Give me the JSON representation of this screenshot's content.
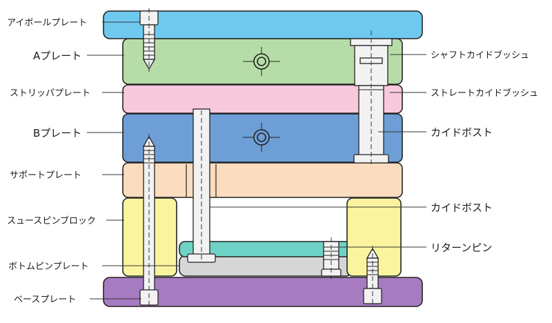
{
  "labels": {
    "eye_bolt_plate": "アイボールプレート",
    "a_plate": "Aプレート",
    "stripper_plate": "ストリッパプレート",
    "b_plate": "Bプレート",
    "support_plate": "サポートプレート",
    "spacer_block": "スュースピンブロック",
    "bottom_pin_plate": "ボトムピンプレート",
    "base_plate": "ベースプレート",
    "shaft_guide_bush": "シャフトカイドブッシュ",
    "straight_guide_bush": "ストレートカイドブッシュ",
    "guide_post_1": "カイドボスト",
    "guide_post_2": "カイドボスト",
    "return_pin": "リターンピン"
  },
  "colors": {
    "eye_bolt_plate": "#6fc9ef",
    "a_plate": "#b6dda8",
    "stripper_plate": "#f8c9dc",
    "b_plate": "#6d9fd6",
    "support_plate": "#fbdcbf",
    "spacer_block": "#fbf49e",
    "ejector_upper_plate": "#6ed3c6",
    "ejector_lower_plate": "#d6d6d6",
    "base_plate": "#a77bc1",
    "metal": "#f2f2f2",
    "outline": "#222222"
  }
}
